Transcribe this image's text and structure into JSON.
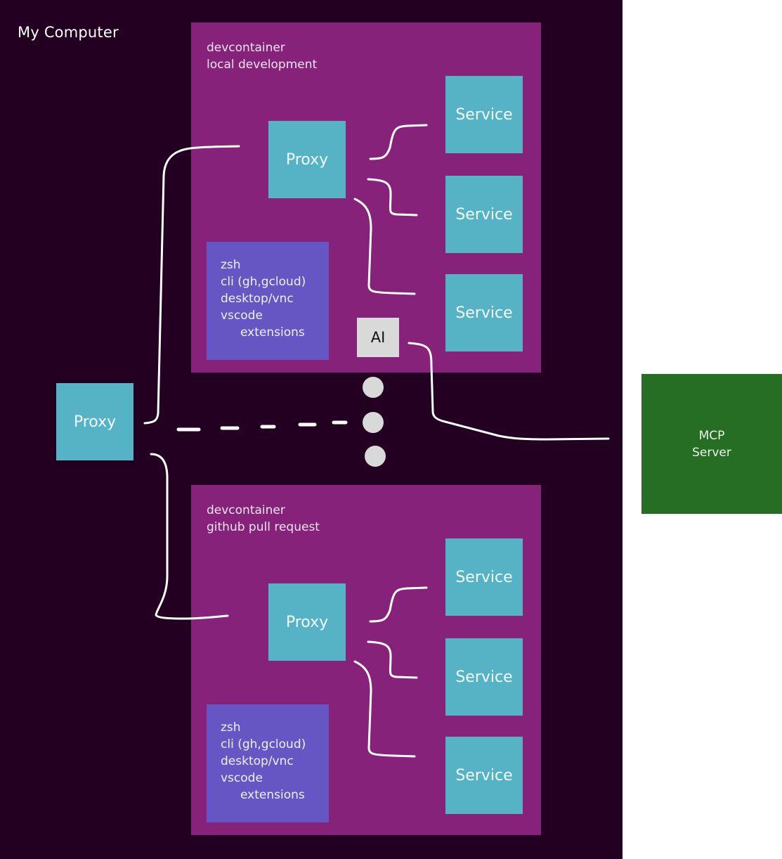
{
  "host": {
    "label": "My Computer",
    "proxy_label": "Proxy"
  },
  "containers": [
    {
      "title": "devcontainer\nlocal development",
      "proxy_label": "Proxy",
      "services": [
        "Service",
        "Service",
        "Service"
      ],
      "tools": [
        "zsh",
        "cli (gh,gcloud)",
        "desktop/vnc",
        "vscode",
        "extensions"
      ],
      "ai_label": "AI"
    },
    {
      "title": "devcontainer\ngithub pull request",
      "proxy_label": "Proxy",
      "services": [
        "Service",
        "Service",
        "Service"
      ],
      "tools": [
        "zsh",
        "cli (gh,gcloud)",
        "desktop/vnc",
        "vscode",
        "extensions"
      ]
    }
  ],
  "external": {
    "mcp_label": "MCP\nServer"
  },
  "colors": {
    "host_bg": "#230022",
    "container_bg": "#87227a",
    "proxy_service": "#56b3c5",
    "tools_bg": "#6656c4",
    "ai_bg": "#d9d9d9",
    "mcp_bg": "#266e23",
    "connector": "#ffffff"
  }
}
